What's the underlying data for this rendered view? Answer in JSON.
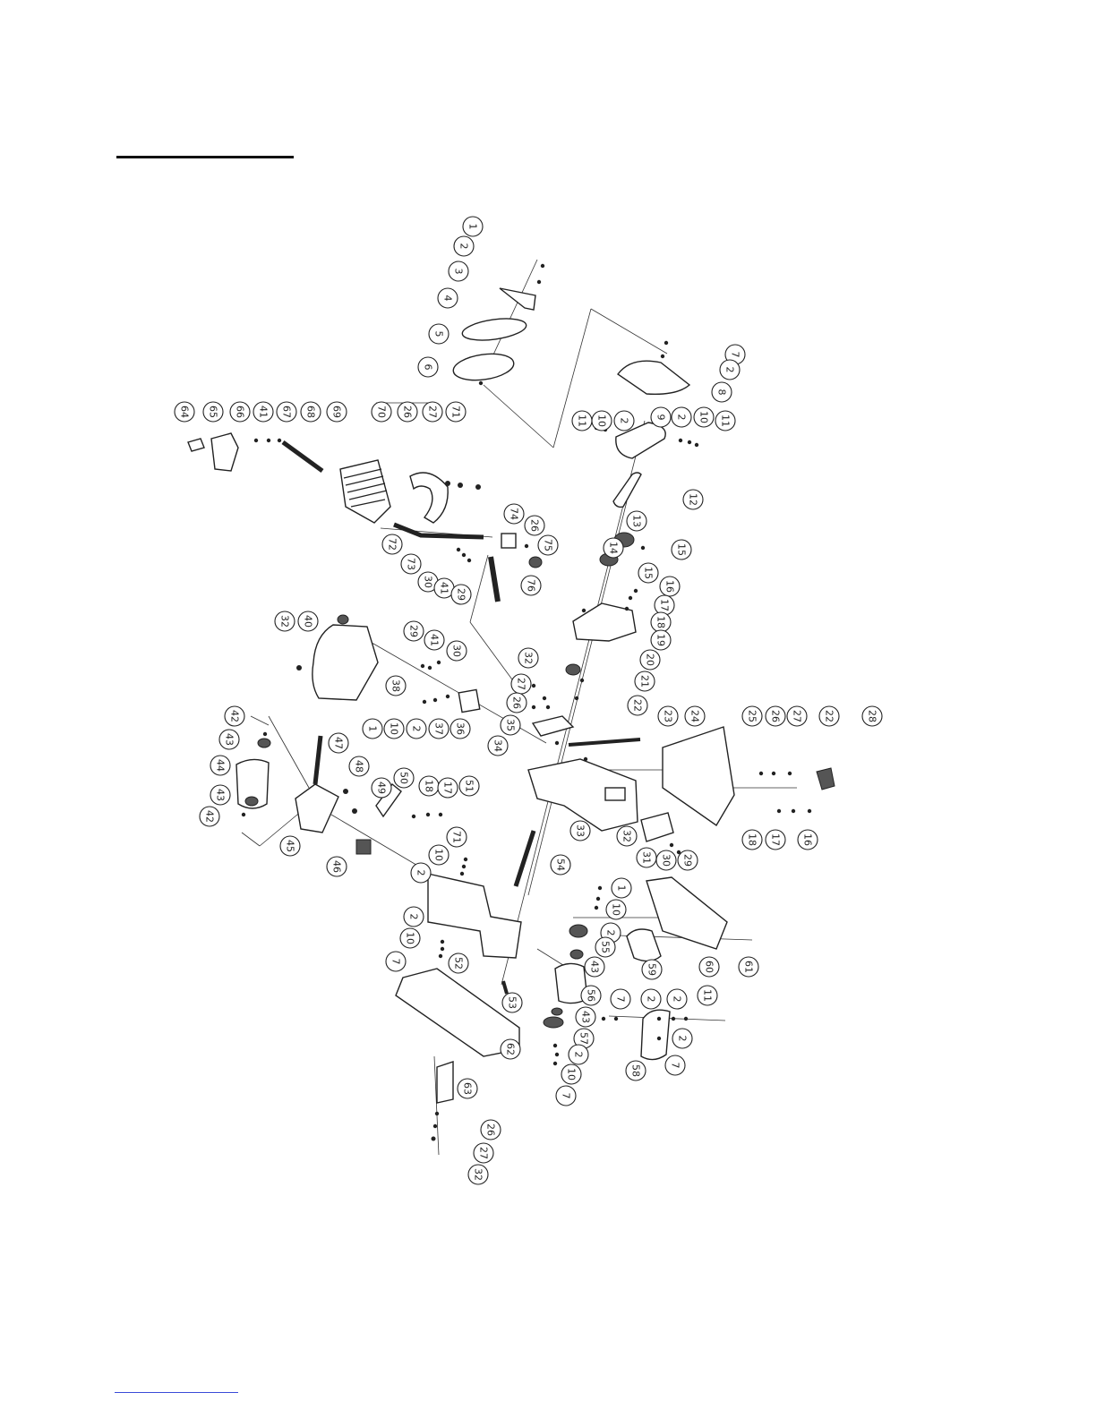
{
  "diagram": {
    "type": "exploded-parts-view",
    "callouts": [
      {
        "id": "c1a",
        "label": "1"
      },
      {
        "id": "c2a",
        "label": "2"
      },
      {
        "id": "c3",
        "label": "3"
      },
      {
        "id": "c4",
        "label": "4"
      },
      {
        "id": "c5",
        "label": "5"
      },
      {
        "id": "c6",
        "label": "6"
      },
      {
        "id": "c7a",
        "label": "7"
      },
      {
        "id": "c2b",
        "label": "2"
      },
      {
        "id": "c8",
        "label": "8"
      },
      {
        "id": "c11a",
        "label": "11"
      },
      {
        "id": "c10a",
        "label": "10"
      },
      {
        "id": "c2c",
        "label": "2"
      },
      {
        "id": "c9",
        "label": "9"
      },
      {
        "id": "c2d",
        "label": "2"
      },
      {
        "id": "c10b",
        "label": "10"
      },
      {
        "id": "c11b",
        "label": "11"
      },
      {
        "id": "c12",
        "label": "12"
      },
      {
        "id": "c13",
        "label": "13"
      },
      {
        "id": "c15a",
        "label": "15"
      },
      {
        "id": "c14",
        "label": "14"
      },
      {
        "id": "c15b",
        "label": "15"
      },
      {
        "id": "c16a",
        "label": "16"
      },
      {
        "id": "c17a",
        "label": "17"
      },
      {
        "id": "c18a",
        "label": "18"
      },
      {
        "id": "c19",
        "label": "19"
      },
      {
        "id": "c20",
        "label": "20"
      },
      {
        "id": "c21",
        "label": "21"
      },
      {
        "id": "c22a",
        "label": "22"
      },
      {
        "id": "c23",
        "label": "23"
      },
      {
        "id": "c24",
        "label": "24"
      },
      {
        "id": "c25",
        "label": "25"
      },
      {
        "id": "c26a",
        "label": "26"
      },
      {
        "id": "c27a",
        "label": "27"
      },
      {
        "id": "c22b",
        "label": "22"
      },
      {
        "id": "c28",
        "label": "28"
      },
      {
        "id": "c18b",
        "label": "18"
      },
      {
        "id": "c17b",
        "label": "17"
      },
      {
        "id": "c16b",
        "label": "16"
      },
      {
        "id": "c64",
        "label": "64"
      },
      {
        "id": "c65",
        "label": "65"
      },
      {
        "id": "c66",
        "label": "66"
      },
      {
        "id": "c41a",
        "label": "41"
      },
      {
        "id": "c67",
        "label": "67"
      },
      {
        "id": "c68",
        "label": "68"
      },
      {
        "id": "c69",
        "label": "69"
      },
      {
        "id": "c70",
        "label": "70"
      },
      {
        "id": "c26b",
        "label": "26"
      },
      {
        "id": "c27b",
        "label": "27"
      },
      {
        "id": "c71a",
        "label": "71"
      },
      {
        "id": "c74",
        "label": "74"
      },
      {
        "id": "c26c",
        "label": "26"
      },
      {
        "id": "c75",
        "label": "75"
      },
      {
        "id": "c72",
        "label": "72"
      },
      {
        "id": "c73",
        "label": "73"
      },
      {
        "id": "c30a",
        "label": "30"
      },
      {
        "id": "c41b",
        "label": "41"
      },
      {
        "id": "c29a",
        "label": "29"
      },
      {
        "id": "c76",
        "label": "76"
      },
      {
        "id": "c32a",
        "label": "32"
      },
      {
        "id": "c40",
        "label": "40"
      },
      {
        "id": "c29b",
        "label": "29"
      },
      {
        "id": "c41c",
        "label": "41"
      },
      {
        "id": "c30b",
        "label": "30"
      },
      {
        "id": "c38",
        "label": "38"
      },
      {
        "id": "c1b",
        "label": "1"
      },
      {
        "id": "c10c",
        "label": "10"
      },
      {
        "id": "c2e",
        "label": "2"
      },
      {
        "id": "c37",
        "label": "37"
      },
      {
        "id": "c36",
        "label": "36"
      },
      {
        "id": "c32b",
        "label": "32"
      },
      {
        "id": "c27c",
        "label": "27"
      },
      {
        "id": "c26d",
        "label": "26"
      },
      {
        "id": "c35",
        "label": "35"
      },
      {
        "id": "c34",
        "label": "34"
      },
      {
        "id": "c33",
        "label": "33"
      },
      {
        "id": "c32c",
        "label": "32"
      },
      {
        "id": "c31",
        "label": "31"
      },
      {
        "id": "c30c",
        "label": "30"
      },
      {
        "id": "c29c",
        "label": "29"
      },
      {
        "id": "c42a",
        "label": "42"
      },
      {
        "id": "c43a",
        "label": "43"
      },
      {
        "id": "c44",
        "label": "44"
      },
      {
        "id": "c43b",
        "label": "43"
      },
      {
        "id": "c42b",
        "label": "42"
      },
      {
        "id": "c47",
        "label": "47"
      },
      {
        "id": "c48",
        "label": "48"
      },
      {
        "id": "c49",
        "label": "49"
      },
      {
        "id": "c50",
        "label": "50"
      },
      {
        "id": "c18c",
        "label": "18"
      },
      {
        "id": "c17c",
        "label": "17"
      },
      {
        "id": "c51",
        "label": "51"
      },
      {
        "id": "c45",
        "label": "45"
      },
      {
        "id": "c46",
        "label": "46"
      },
      {
        "id": "c71b",
        "label": "71"
      },
      {
        "id": "c10d",
        "label": "10"
      },
      {
        "id": "c2f",
        "label": "2"
      },
      {
        "id": "c54",
        "label": "54"
      },
      {
        "id": "c2g",
        "label": "2"
      },
      {
        "id": "c10e",
        "label": "10"
      },
      {
        "id": "c7b",
        "label": "7"
      },
      {
        "id": "c52",
        "label": "52"
      },
      {
        "id": "c53",
        "label": "53"
      },
      {
        "id": "c1c",
        "label": "1"
      },
      {
        "id": "c10f",
        "label": "10"
      },
      {
        "id": "c2h",
        "label": "2"
      },
      {
        "id": "c55",
        "label": "55"
      },
      {
        "id": "c43c",
        "label": "43"
      },
      {
        "id": "c59",
        "label": "59"
      },
      {
        "id": "c60",
        "label": "60"
      },
      {
        "id": "c61",
        "label": "61"
      },
      {
        "id": "c56",
        "label": "56"
      },
      {
        "id": "c43d",
        "label": "43"
      },
      {
        "id": "c57",
        "label": "57"
      },
      {
        "id": "c7c",
        "label": "7"
      },
      {
        "id": "c2i",
        "label": "2"
      },
      {
        "id": "c2j",
        "label": "2"
      },
      {
        "id": "c11c",
        "label": "11"
      },
      {
        "id": "c2k",
        "label": "2"
      },
      {
        "id": "c58",
        "label": "58"
      },
      {
        "id": "c7d",
        "label": "7"
      },
      {
        "id": "c2l",
        "label": "2"
      },
      {
        "id": "c10g",
        "label": "10"
      },
      {
        "id": "c7e",
        "label": "7"
      },
      {
        "id": "c62",
        "label": "62"
      },
      {
        "id": "c63",
        "label": "63"
      },
      {
        "id": "c26e",
        "label": "26"
      },
      {
        "id": "c27d",
        "label": "27"
      },
      {
        "id": "c32d",
        "label": "32"
      }
    ]
  }
}
